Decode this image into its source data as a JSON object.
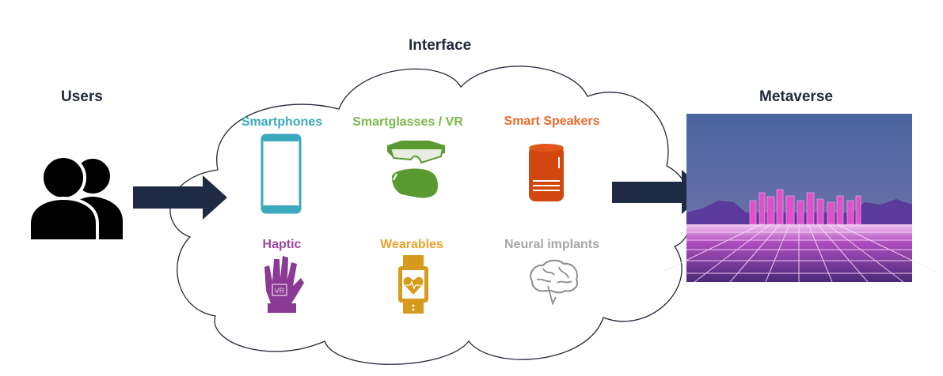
{
  "headings": {
    "users": "Users",
    "interface": "Interface",
    "metaverse": "Metaverse"
  },
  "devices": [
    {
      "label": "Smartphones",
      "color": "#3aa8bd",
      "icon": "smartphone-icon"
    },
    {
      "label": "Smartglasses / VR",
      "color": "#7bb84a",
      "icon": "vr-glasses-icon"
    },
    {
      "label": "Smart Speakers",
      "color": "#ea6a2c",
      "icon": "smart-speaker-icon"
    },
    {
      "label": "Haptic",
      "color": "#9b4aa0",
      "icon": "haptic-glove-icon"
    },
    {
      "label": "Wearables",
      "color": "#e9a22a",
      "icon": "smartwatch-icon"
    },
    {
      "label": "Neural implants",
      "color": "#a6a6a6",
      "icon": "brain-icon"
    }
  ],
  "image_labels": {
    "vr": "VR"
  },
  "colors": {
    "arrow": "#1f2a44",
    "cloud_stroke": "#222a3a"
  }
}
